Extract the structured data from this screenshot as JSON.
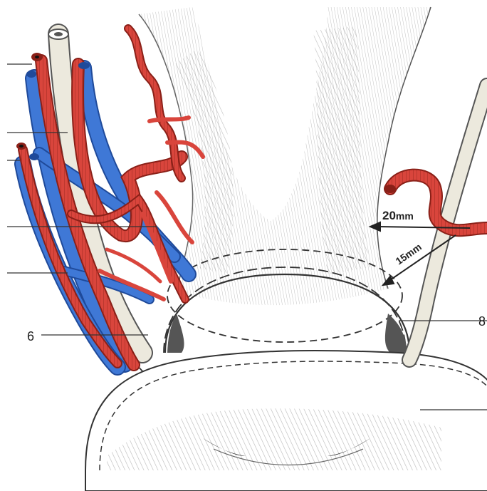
{
  "figure": {
    "measure_20": "20",
    "measure_20_unit": "mm",
    "measure_15": "15",
    "measure_15_unit": "mm",
    "label_left": "6",
    "label_right": "8"
  },
  "colors": {
    "artery": "#d9453c",
    "artery_dark": "#8a2018",
    "vein": "#3f78d6",
    "vein_dark": "#1f4a9a",
    "ureter": "#ece9dd",
    "hatch": "#7d7d7d",
    "ink": "#222222"
  }
}
